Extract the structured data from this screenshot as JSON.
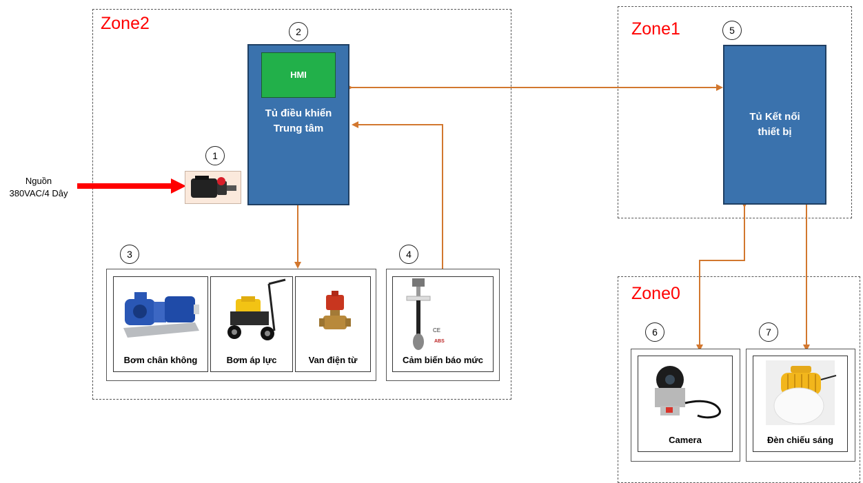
{
  "zones": {
    "zone2": "Zone2",
    "zone1": "Zone1",
    "zone0": "Zone0"
  },
  "markers": [
    "1",
    "2",
    "3",
    "4",
    "5",
    "6",
    "7"
  ],
  "source": {
    "line1": "Nguồn",
    "line2": "380VAC/4 Dây"
  },
  "central_cabinet": {
    "hmi": "HMI",
    "line1": "Tủ điều khiển",
    "line2": "Trung tâm"
  },
  "connection_cabinet": {
    "line1": "Tủ Kết nối",
    "line2": "thiết bị"
  },
  "devices": {
    "vacuum_pump": "Bơm chân không",
    "pressure_pump": "Bơm áp lực",
    "solenoid_valve": "Van điện từ",
    "level_sensor": "Cảm biến báo mức",
    "camera": "Camera",
    "lighting": "Đèn chiếu sáng"
  },
  "product_marks": {
    "ce": "CE",
    "abs": "ABS"
  },
  "colors": {
    "zone_label": "#ff0000",
    "cabinet": "#3a72ad",
    "hmi": "#22b04a",
    "arrow": "#d2772e",
    "power_arrow": "#ff0000"
  }
}
